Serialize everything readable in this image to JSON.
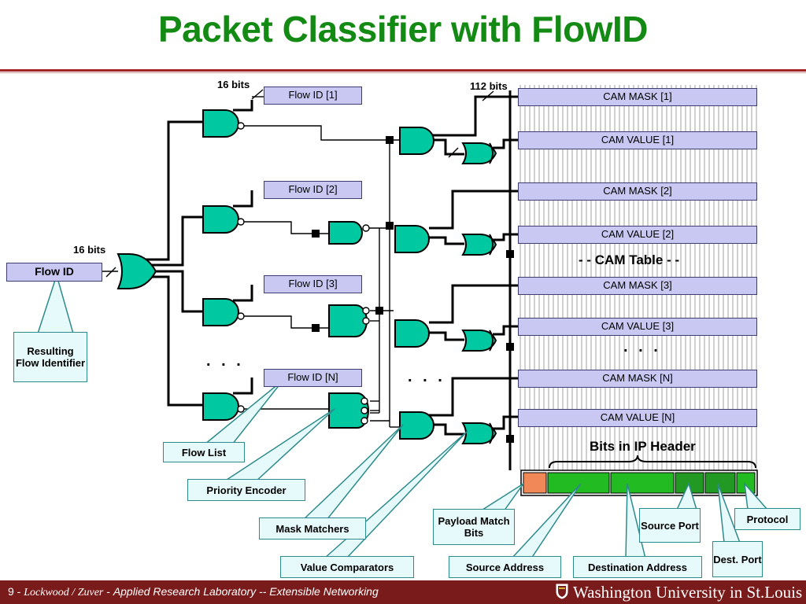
{
  "slide": {
    "title": "Packet Classifier with FlowID",
    "footer": {
      "page": "9",
      "authors": "Lockwood / Zuver",
      "lab": "Applied Research Laboratory -- Extensible Networking",
      "university": "Washington University in St.Louis",
      "colors": {
        "band": "#7a1b1b",
        "text": "#ffffff"
      }
    }
  },
  "colors": {
    "title": "#138a13",
    "box_fill": "#c8c8f2",
    "gate_fill": "#00c8a0",
    "callout_fill": "#e6f9fb",
    "header_green": "#22bb22",
    "header_orange": "#f08858"
  },
  "labels": {
    "bits16_top": "16 bits",
    "bits112": "112 bits",
    "bits16_left": "16 bits",
    "cam_table": "- - CAM Table - -",
    "bits_in_ip_header": "Bits in IP Header",
    "dots_left": ". . .",
    "dots_mid": ". . .",
    "dots_right": ". . ."
  },
  "flow_id_input": "Flow ID",
  "flow_list": [
    "Flow ID [1]",
    "Flow ID [2]",
    "Flow ID [3]",
    "Flow ID [N]"
  ],
  "cam": [
    {
      "mask": "CAM MASK [1]",
      "value": "CAM VALUE [1]"
    },
    {
      "mask": "CAM MASK [2]",
      "value": "CAM VALUE [2]"
    },
    {
      "mask": "CAM MASK [3]",
      "value": "CAM VALUE [3]"
    },
    {
      "mask": "CAM MASK [N]",
      "value": "CAM VALUE [N]"
    }
  ],
  "callouts": {
    "resulting": "Resulting Flow Identifier",
    "flow_list": "Flow List",
    "priority_encoder": "Priority Encoder",
    "mask_matchers": "Mask Matchers",
    "value_comparators": "Value Comparators",
    "payload": "Payload Match Bits",
    "source_address": "Source Address",
    "destination_address": "Destination Address",
    "source_port": "Source Port",
    "dest_port": "Dest. Port",
    "protocol": "Protocol"
  }
}
